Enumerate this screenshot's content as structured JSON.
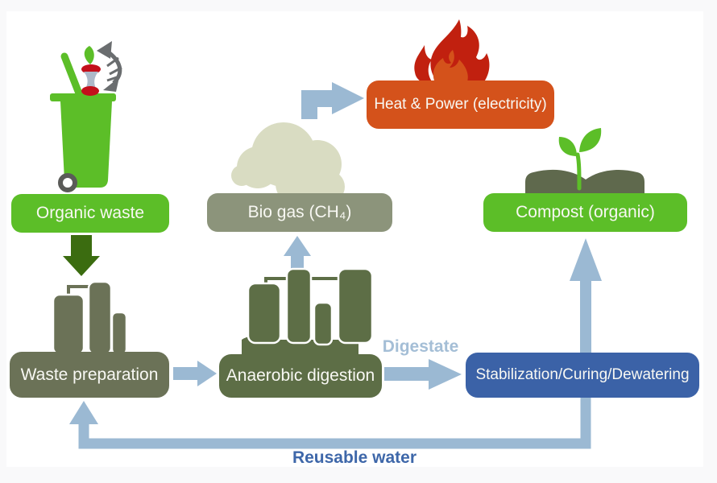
{
  "diagram": {
    "type": "process-flow",
    "subject": "organic waste anaerobic digestion cycle"
  },
  "nodes": {
    "organic_waste": {
      "label": "Organic waste"
    },
    "bio_gas": {
      "label": "Bio gas (CH₄)"
    },
    "heat_power": {
      "label": "Heat & Power (electricity)"
    },
    "compost": {
      "label": "Compost (organic)"
    },
    "waste_preparation": {
      "label": "Waste preparation"
    },
    "anaerobic_digestion": {
      "label": "Anaerobic digestion"
    },
    "stabilization": {
      "label": "Stabilization/Curing/Dewatering"
    }
  },
  "flow_labels": {
    "digestate": "Digestate",
    "reusable_water": "Reusable water"
  },
  "icons": [
    "waste-bin-icon",
    "apple-core-icon",
    "fishbone-icon",
    "preparation-tanks-icon",
    "digester-tanks-icon",
    "gas-cloud-icon",
    "flame-icon",
    "sprout-icon",
    "compost-pile-icon"
  ],
  "colors": {
    "bright_green": "#5cbe28",
    "dark_green_arrow": "#3b6c10",
    "olive_gray_box": "#6b7257",
    "olive_green_box": "#5d6e46",
    "gray_green_box": "#8c947b",
    "gas_cloud": "#d9dcc2",
    "orange_box": "#d4521b",
    "flame_red": "#c1200f",
    "blue_box": "#3b62a7",
    "light_blue_arrow": "#9bb9d3",
    "digestate_text": "#a4bed6",
    "reusable_water_text": "#3e67a9",
    "compost_pile": "#5f694d",
    "panel_background": "#ffffff"
  }
}
